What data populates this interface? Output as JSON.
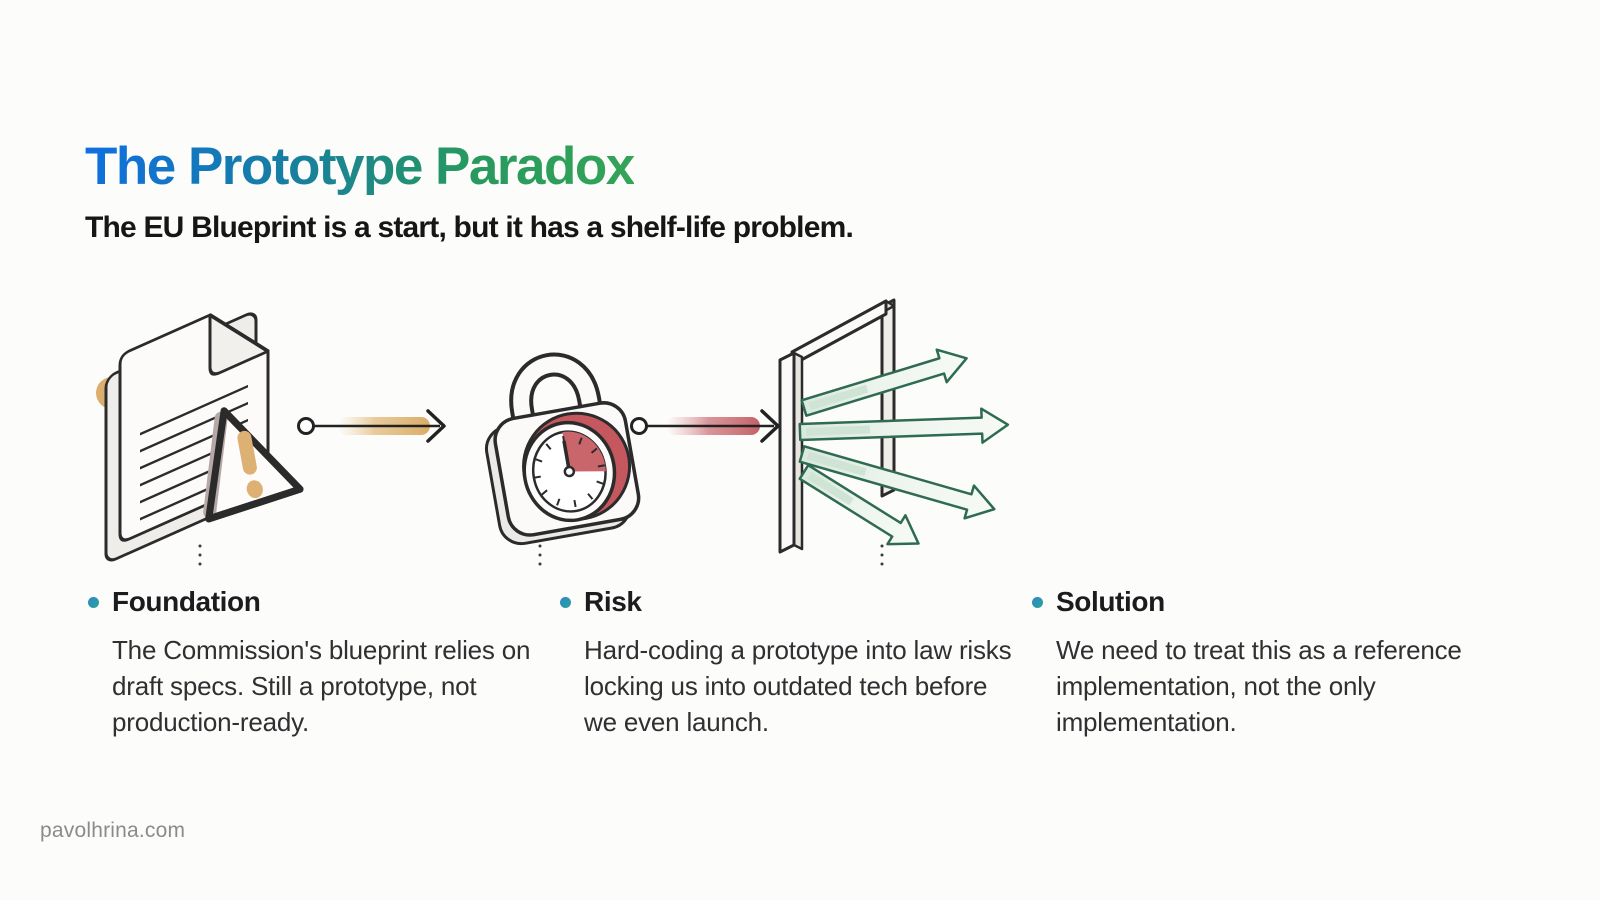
{
  "slide": {
    "title": {
      "part1": "The ",
      "part2": "Prototype ",
      "part3": "Paradox"
    },
    "subtitle": "The EU Blueprint is a start, but it has a shelf-life problem.",
    "footer": "pavolhrina.com"
  },
  "illustration": {
    "icons": [
      "document-warning-icon",
      "lock-clock-icon",
      "door-arrows-icon"
    ],
    "connectors": [
      "gold-arrow-connector",
      "red-arrow-connector"
    ]
  },
  "columns": [
    {
      "heading": "Foundation",
      "body": "The Commission's blueprint relies on draft specs. Still a prototype, not production-ready."
    },
    {
      "heading": "Risk",
      "body": "Hard-coding a prototype into law risks locking us into outdated tech before we even launch."
    },
    {
      "heading": "Solution",
      "body": "We need to treat this as a reference implementation, not the only implementation."
    }
  ],
  "colors": {
    "title_gradient_start": "#0f6fe0",
    "title_gradient_end": "#34a457",
    "accent_gold": "#dcae6e",
    "accent_red": "#c4585e",
    "accent_green": "#2e6b52",
    "bullet": "#2e8fc0",
    "heading_text": "#1c1c1e",
    "body_text": "#303032",
    "footer_text": "#8b8b8b"
  }
}
